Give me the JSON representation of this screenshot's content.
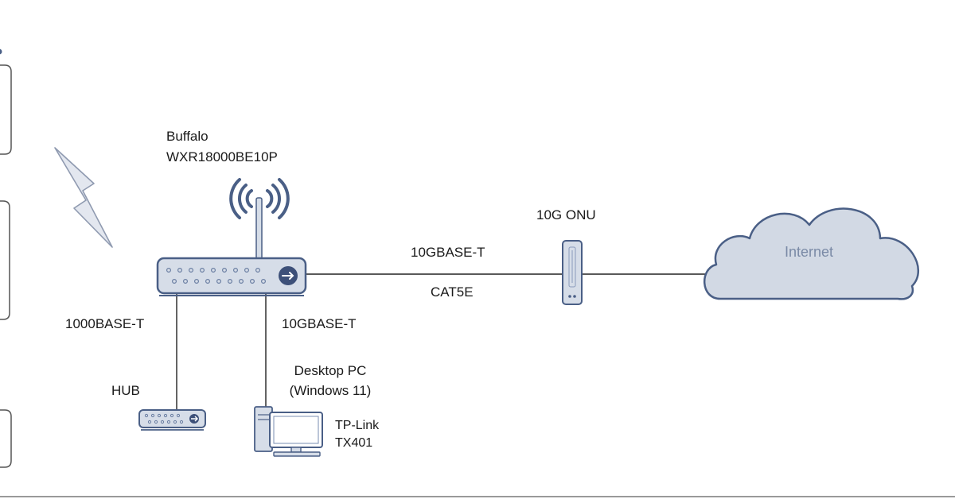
{
  "router": {
    "name": "Buffalo",
    "model": "WXR18000BE10P"
  },
  "onu": {
    "label": "10G ONU"
  },
  "cloud": {
    "label": "Internet"
  },
  "links": {
    "router_onu_speed": "10GBASE-T",
    "router_onu_cable": "CAT5E",
    "router_hub_speed": "1000BASE-T",
    "router_pc_speed": "10GBASE-T"
  },
  "hub": {
    "label": "HUB"
  },
  "desktop": {
    "label_line1": "Desktop PC",
    "label_line2": "(Windows 11)"
  },
  "nic": {
    "label_line1": "TP-Link",
    "label_line2": "TX401"
  },
  "colors": {
    "device_fill": "#d6dde8",
    "device_stroke": "#4a5f86",
    "device_dark": "#3d5079",
    "cloud_fill": "#d2d9e4",
    "link": "#222222",
    "bolt_fill": "#e3e7ef",
    "bolt_stroke": "#8f9ab0"
  }
}
